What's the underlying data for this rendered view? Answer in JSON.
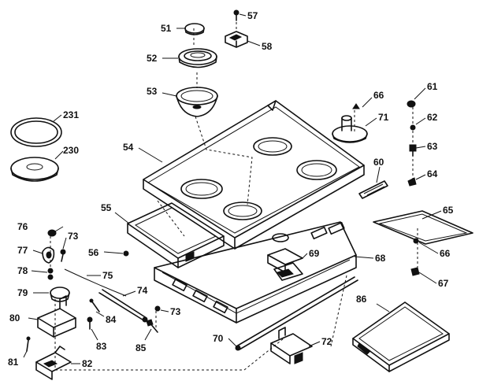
{
  "diagram": {
    "labels": {
      "p51": "51",
      "p52": "52",
      "p53": "53",
      "p54": "54",
      "p55": "55",
      "p56": "56",
      "p57": "57",
      "p58": "58",
      "p60": "60",
      "p61": "61",
      "p62": "62",
      "p63": "63",
      "p64": "64",
      "p65": "65",
      "p66a": "66",
      "p66b": "66",
      "p67": "67",
      "p68": "68",
      "p69": "69",
      "p70": "70",
      "p71": "71",
      "p72": "72",
      "p73a": "73",
      "p73b": "73",
      "p74": "74",
      "p75": "75",
      "p76": "76",
      "p77": "77",
      "p78": "78",
      "p79": "79",
      "p80": "80",
      "p81": "81",
      "p82": "82",
      "p83": "83",
      "p84": "84",
      "p85": "85",
      "p86": "86",
      "p230": "230",
      "p231": "231"
    },
    "colors": {
      "ink": "#111111",
      "paper": "#ffffff"
    }
  }
}
